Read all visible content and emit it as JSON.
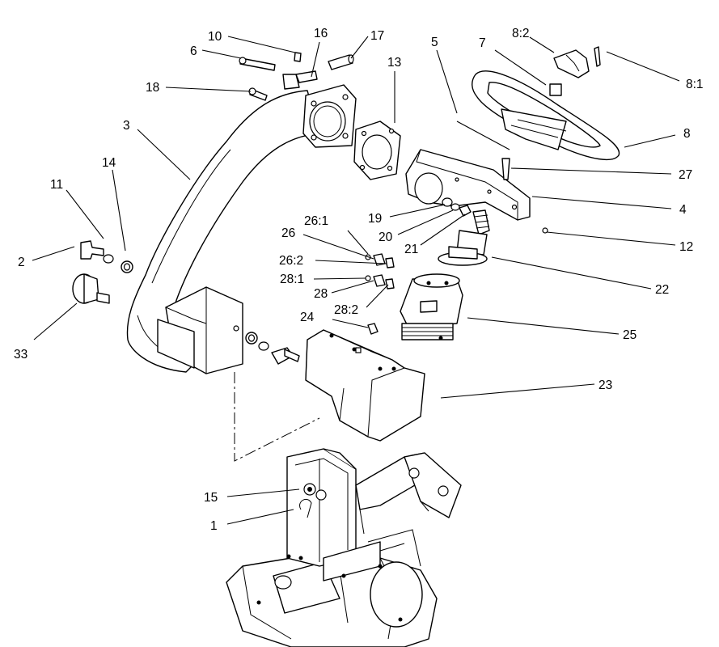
{
  "callouts": [
    {
      "id": "c-1",
      "text": "1"
    },
    {
      "id": "c-2",
      "text": "2"
    },
    {
      "id": "c-3",
      "text": "3"
    },
    {
      "id": "c-4",
      "text": "4"
    },
    {
      "id": "c-5",
      "text": "5"
    },
    {
      "id": "c-6",
      "text": "6"
    },
    {
      "id": "c-7",
      "text": "7"
    },
    {
      "id": "c-8",
      "text": "8"
    },
    {
      "id": "c-8-1",
      "text": "8:1"
    },
    {
      "id": "c-8-2",
      "text": "8:2"
    },
    {
      "id": "c-10",
      "text": "10"
    },
    {
      "id": "c-11",
      "text": "11"
    },
    {
      "id": "c-12",
      "text": "12"
    },
    {
      "id": "c-13",
      "text": "13"
    },
    {
      "id": "c-14",
      "text": "14"
    },
    {
      "id": "c-15",
      "text": "15"
    },
    {
      "id": "c-16",
      "text": "16"
    },
    {
      "id": "c-17",
      "text": "17"
    },
    {
      "id": "c-18",
      "text": "18"
    },
    {
      "id": "c-19",
      "text": "19"
    },
    {
      "id": "c-20",
      "text": "20"
    },
    {
      "id": "c-21",
      "text": "21"
    },
    {
      "id": "c-22",
      "text": "22"
    },
    {
      "id": "c-23",
      "text": "23"
    },
    {
      "id": "c-24",
      "text": "24"
    },
    {
      "id": "c-25",
      "text": "25"
    },
    {
      "id": "c-26",
      "text": "26"
    },
    {
      "id": "c-26-1",
      "text": "26:1"
    },
    {
      "id": "c-26-2",
      "text": "26:2"
    },
    {
      "id": "c-27",
      "text": "27"
    },
    {
      "id": "c-28",
      "text": "28"
    },
    {
      "id": "c-28-1",
      "text": "28:1"
    },
    {
      "id": "c-28-2",
      "text": "28:2"
    },
    {
      "id": "c-33",
      "text": "33"
    }
  ]
}
